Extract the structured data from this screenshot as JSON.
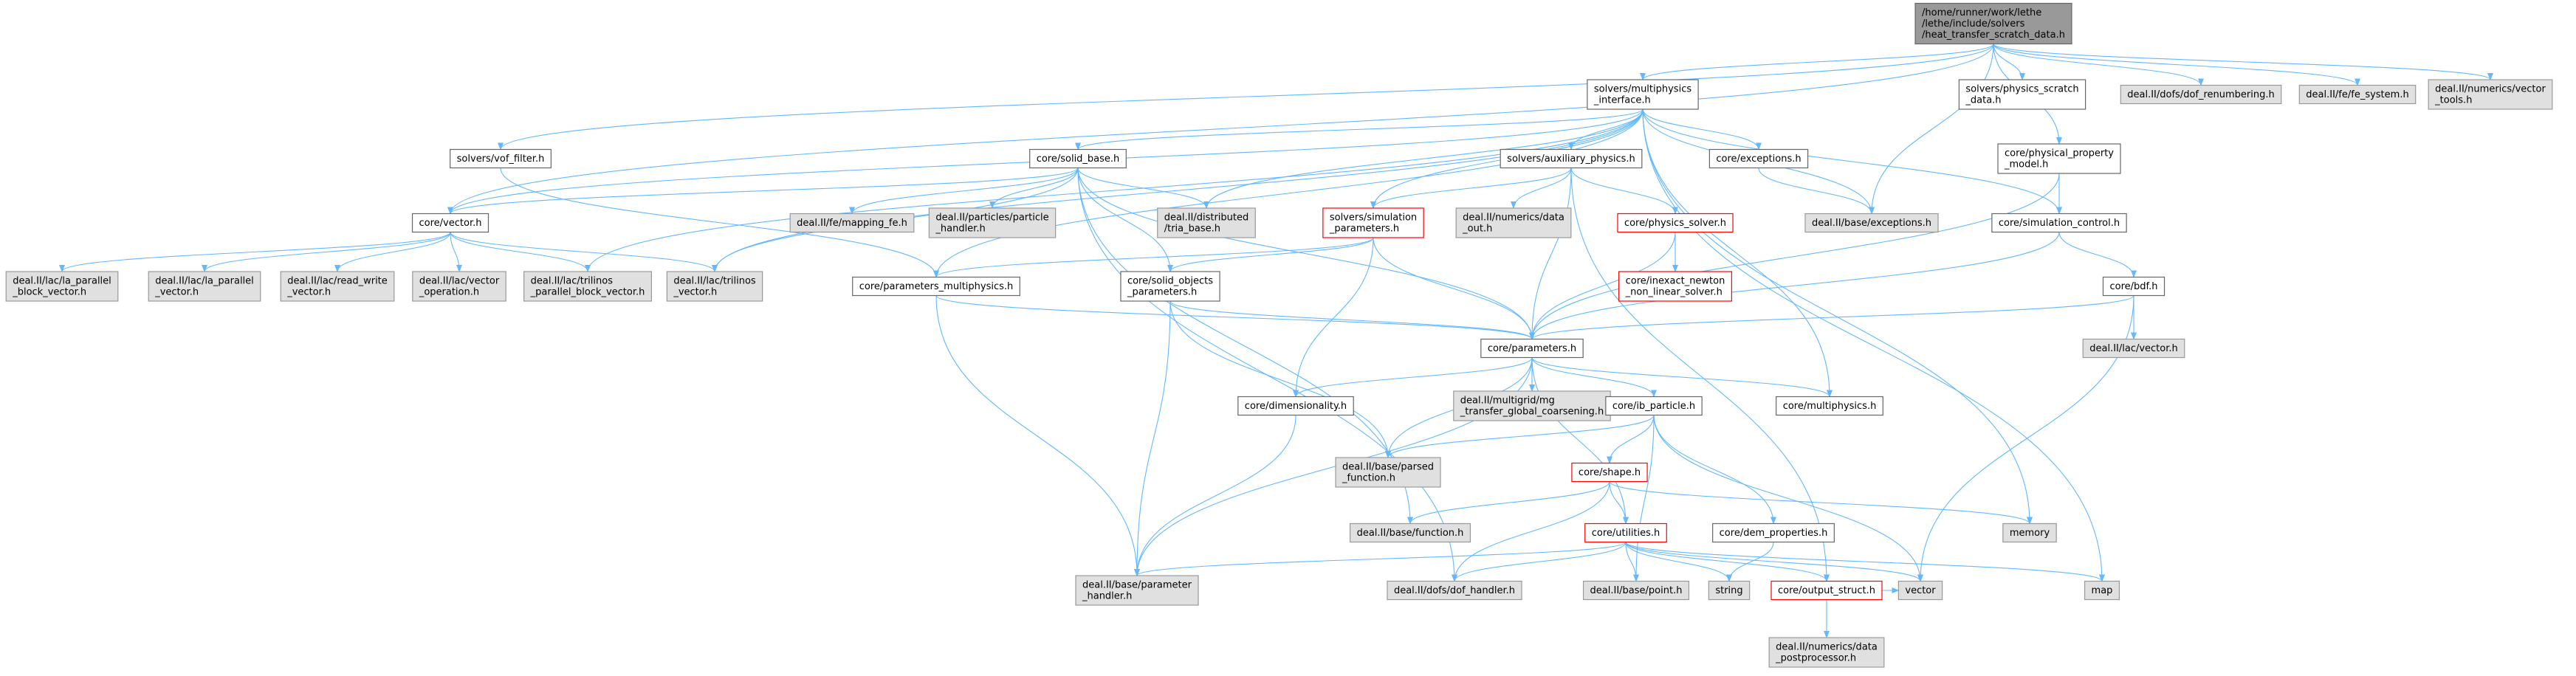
{
  "graph": {
    "nodes": [
      {
        "id": "root",
        "lines": [
          "/home/runner/work/lethe",
          "/lethe/include/solvers",
          "/heat_transfer_scratch_data.h"
        ],
        "style": "root"
      },
      {
        "id": "multiphysics_interface",
        "lines": [
          "solvers/multiphysics",
          "_interface.h"
        ],
        "style": "normal"
      },
      {
        "id": "physics_scratch",
        "lines": [
          "solvers/physics_scratch",
          "_data.h"
        ],
        "style": "normal"
      },
      {
        "id": "dof_renumbering",
        "lines": [
          "deal.II/dofs/dof_renumbering.h"
        ],
        "style": "external"
      },
      {
        "id": "fe_system",
        "lines": [
          "deal.II/fe/fe_system.h"
        ],
        "style": "external"
      },
      {
        "id": "vector_tools",
        "lines": [
          "deal.II/numerics/vector",
          "_tools.h"
        ],
        "style": "external"
      },
      {
        "id": "vof_filter",
        "lines": [
          "solvers/vof_filter.h"
        ],
        "style": "normal"
      },
      {
        "id": "solid_base",
        "lines": [
          "core/solid_base.h"
        ],
        "style": "normal"
      },
      {
        "id": "auxiliary_physics",
        "lines": [
          "solvers/auxiliary_physics.h"
        ],
        "style": "normal"
      },
      {
        "id": "exceptions_core",
        "lines": [
          "core/exceptions.h"
        ],
        "style": "normal"
      },
      {
        "id": "physical_property_model",
        "lines": [
          "core/physical_property",
          "_model.h"
        ],
        "style": "normal"
      },
      {
        "id": "core_vector",
        "lines": [
          "core/vector.h"
        ],
        "style": "normal"
      },
      {
        "id": "mapping_fe",
        "lines": [
          "deal.II/fe/mapping_fe.h"
        ],
        "style": "external"
      },
      {
        "id": "particle_handler",
        "lines": [
          "deal.II/particles/particle",
          "_handler.h"
        ],
        "style": "external"
      },
      {
        "id": "tria_base",
        "lines": [
          "deal.II/distributed",
          "/tria_base.h"
        ],
        "style": "external"
      },
      {
        "id": "simulation_parameters",
        "lines": [
          "solvers/simulation",
          "_parameters.h"
        ],
        "style": "truncated"
      },
      {
        "id": "numerics_data_out",
        "lines": [
          "deal.II/numerics/data",
          "_out.h"
        ],
        "style": "external"
      },
      {
        "id": "physics_solver",
        "lines": [
          "core/physics_solver.h"
        ],
        "style": "truncated"
      },
      {
        "id": "base_exceptions",
        "lines": [
          "deal.II/base/exceptions.h"
        ],
        "style": "external"
      },
      {
        "id": "simulation_control",
        "lines": [
          "core/simulation_control.h"
        ],
        "style": "normal"
      },
      {
        "id": "la_parallel_block_vector",
        "lines": [
          "deal.II/lac/la_parallel",
          "_block_vector.h"
        ],
        "style": "external"
      },
      {
        "id": "la_parallel_vector",
        "lines": [
          "deal.II/lac/la_parallel",
          "_vector.h"
        ],
        "style": "external"
      },
      {
        "id": "read_write_vector",
        "lines": [
          "deal.II/lac/read_write",
          "_vector.h"
        ],
        "style": "external"
      },
      {
        "id": "vector_operation",
        "lines": [
          "deal.II/lac/vector",
          "_operation.h"
        ],
        "style": "external"
      },
      {
        "id": "trilinos_parallel_block_vector",
        "lines": [
          "deal.II/lac/trilinos",
          "_parallel_block_vector.h"
        ],
        "style": "external"
      },
      {
        "id": "trilinos_vector",
        "lines": [
          "deal.II/lac/trilinos",
          "_vector.h"
        ],
        "style": "external"
      },
      {
        "id": "parameters_multiphysics",
        "lines": [
          "core/parameters_multiphysics.h"
        ],
        "style": "normal"
      },
      {
        "id": "solid_objects_parameters",
        "lines": [
          "core/solid_objects",
          "_parameters.h"
        ],
        "style": "normal"
      },
      {
        "id": "inexact_newton",
        "lines": [
          "core/inexact_newton",
          "_non_linear_solver.h"
        ],
        "style": "truncated"
      },
      {
        "id": "bdf",
        "lines": [
          "core/bdf.h"
        ],
        "style": "normal"
      },
      {
        "id": "lac_vector",
        "lines": [
          "deal.II/lac/vector.h"
        ],
        "style": "external"
      },
      {
        "id": "parameters",
        "lines": [
          "core/parameters.h"
        ],
        "style": "normal"
      },
      {
        "id": "dimensionality",
        "lines": [
          "core/dimensionality.h"
        ],
        "style": "normal"
      },
      {
        "id": "mg_transfer",
        "lines": [
          "deal.II/multigrid/mg",
          "_transfer_global_coarsening.h"
        ],
        "style": "external"
      },
      {
        "id": "ib_particle",
        "lines": [
          "core/ib_particle.h"
        ],
        "style": "normal"
      },
      {
        "id": "core_multiphysics",
        "lines": [
          "core/multiphysics.h"
        ],
        "style": "normal"
      },
      {
        "id": "parsed_function",
        "lines": [
          "deal.II/base/parsed",
          "_function.h"
        ],
        "style": "external"
      },
      {
        "id": "shape",
        "lines": [
          "core/shape.h"
        ],
        "style": "truncated"
      },
      {
        "id": "memory",
        "lines": [
          "memory"
        ],
        "style": "external"
      },
      {
        "id": "base_function",
        "lines": [
          "deal.II/base/function.h"
        ],
        "style": "external"
      },
      {
        "id": "utilities",
        "lines": [
          "core/utilities.h"
        ],
        "style": "truncated"
      },
      {
        "id": "dem_properties",
        "lines": [
          "core/dem_properties.h"
        ],
        "style": "normal"
      },
      {
        "id": "parameter_handler",
        "lines": [
          "deal.II/base/parameter",
          "_handler.h"
        ],
        "style": "external"
      },
      {
        "id": "dof_handler",
        "lines": [
          "deal.II/dofs/dof_handler.h"
        ],
        "style": "external"
      },
      {
        "id": "point",
        "lines": [
          "deal.II/base/point.h"
        ],
        "style": "external"
      },
      {
        "id": "string",
        "lines": [
          "string"
        ],
        "style": "external"
      },
      {
        "id": "output_struct",
        "lines": [
          "core/output_struct.h"
        ],
        "style": "truncated"
      },
      {
        "id": "vector_std",
        "lines": [
          "vector"
        ],
        "style": "external"
      },
      {
        "id": "map",
        "lines": [
          "map"
        ],
        "style": "external"
      },
      {
        "id": "data_postprocessor",
        "lines": [
          "deal.II/numerics/data",
          "_postprocessor.h"
        ],
        "style": "external"
      }
    ],
    "edges": [
      [
        "root",
        "multiphysics_interface"
      ],
      [
        "root",
        "physics_scratch"
      ],
      [
        "root",
        "dof_renumbering"
      ],
      [
        "root",
        "fe_system"
      ],
      [
        "root",
        "vector_tools"
      ],
      [
        "root",
        "vof_filter"
      ],
      [
        "root",
        "core_vector"
      ],
      [
        "root",
        "base_exceptions"
      ],
      [
        "root",
        "physical_property_model"
      ],
      [
        "multiphysics_interface",
        "solid_base"
      ],
      [
        "multiphysics_interface",
        "auxiliary_physics"
      ],
      [
        "multiphysics_interface",
        "exceptions_core"
      ],
      [
        "multiphysics_interface",
        "simulation_control"
      ],
      [
        "multiphysics_interface",
        "core_vector"
      ],
      [
        "multiphysics_interface",
        "tria_base"
      ],
      [
        "multiphysics_interface",
        "trilinos_vector"
      ],
      [
        "multiphysics_interface",
        "trilinos_parallel_block_vector"
      ],
      [
        "multiphysics_interface",
        "parameters_multiphysics"
      ],
      [
        "multiphysics_interface",
        "base_exceptions"
      ],
      [
        "multiphysics_interface",
        "core_multiphysics"
      ],
      [
        "multiphysics_interface",
        "memory"
      ],
      [
        "multiphysics_interface",
        "map"
      ],
      [
        "multiphysics_interface",
        "simulation_parameters"
      ],
      [
        "vof_filter",
        "parameters_multiphysics"
      ],
      [
        "solid_base",
        "core_vector"
      ],
      [
        "solid_base",
        "mapping_fe"
      ],
      [
        "solid_base",
        "particle_handler"
      ],
      [
        "solid_base",
        "tria_base"
      ],
      [
        "solid_base",
        "solid_objects_parameters"
      ],
      [
        "solid_base",
        "parameters"
      ],
      [
        "solid_base",
        "base_function"
      ],
      [
        "solid_base",
        "dof_handler"
      ],
      [
        "solid_base",
        "trilinos_vector"
      ],
      [
        "auxiliary_physics",
        "simulation_parameters"
      ],
      [
        "auxiliary_physics",
        "numerics_data_out"
      ],
      [
        "auxiliary_physics",
        "physics_solver"
      ],
      [
        "auxiliary_physics",
        "parameters"
      ],
      [
        "auxiliary_physics",
        "output_struct"
      ],
      [
        "exceptions_core",
        "base_exceptions"
      ],
      [
        "physical_property_model",
        "simulation_control"
      ],
      [
        "physical_property_model",
        "parameters"
      ],
      [
        "core_vector",
        "la_parallel_block_vector"
      ],
      [
        "core_vector",
        "la_parallel_vector"
      ],
      [
        "core_vector",
        "read_write_vector"
      ],
      [
        "core_vector",
        "vector_operation"
      ],
      [
        "core_vector",
        "trilinos_parallel_block_vector"
      ],
      [
        "core_vector",
        "trilinos_vector"
      ],
      [
        "simulation_parameters",
        "parameters_multiphysics"
      ],
      [
        "simulation_parameters",
        "solid_objects_parameters"
      ],
      [
        "simulation_parameters",
        "parameters"
      ],
      [
        "simulation_parameters",
        "dimensionality"
      ],
      [
        "physics_solver",
        "inexact_newton"
      ],
      [
        "physics_solver",
        "parameters"
      ],
      [
        "simulation_control",
        "bdf"
      ],
      [
        "simulation_control",
        "parameters"
      ],
      [
        "bdf",
        "lac_vector"
      ],
      [
        "bdf",
        "parameters"
      ],
      [
        "bdf",
        "vector_std"
      ],
      [
        "parameters_multiphysics",
        "parameters"
      ],
      [
        "parameters_multiphysics",
        "parameter_handler"
      ],
      [
        "solid_objects_parameters",
        "parameters"
      ],
      [
        "solid_objects_parameters",
        "parsed_function"
      ],
      [
        "solid_objects_parameters",
        "parameter_handler"
      ],
      [
        "parameters",
        "dimensionality"
      ],
      [
        "parameters",
        "mg_transfer"
      ],
      [
        "parameters",
        "ib_particle"
      ],
      [
        "parameters",
        "core_multiphysics"
      ],
      [
        "parameters",
        "parsed_function"
      ],
      [
        "parameters",
        "parameter_handler"
      ],
      [
        "parameters",
        "utilities"
      ],
      [
        "dimensionality",
        "parameter_handler"
      ],
      [
        "ib_particle",
        "parsed_function"
      ],
      [
        "ib_particle",
        "shape"
      ],
      [
        "ib_particle",
        "dem_properties"
      ],
      [
        "ib_particle",
        "point"
      ],
      [
        "ib_particle",
        "vector_std"
      ],
      [
        "shape",
        "base_function"
      ],
      [
        "shape",
        "utilities"
      ],
      [
        "shape",
        "memory"
      ],
      [
        "shape",
        "dof_handler"
      ],
      [
        "utilities",
        "parameter_handler"
      ],
      [
        "utilities",
        "dof_handler"
      ],
      [
        "utilities",
        "point"
      ],
      [
        "utilities",
        "string"
      ],
      [
        "utilities",
        "output_struct"
      ],
      [
        "utilities",
        "vector_std"
      ],
      [
        "utilities",
        "map"
      ],
      [
        "dem_properties",
        "string"
      ],
      [
        "output_struct",
        "vector_std"
      ],
      [
        "output_struct",
        "data_postprocessor"
      ]
    ]
  }
}
